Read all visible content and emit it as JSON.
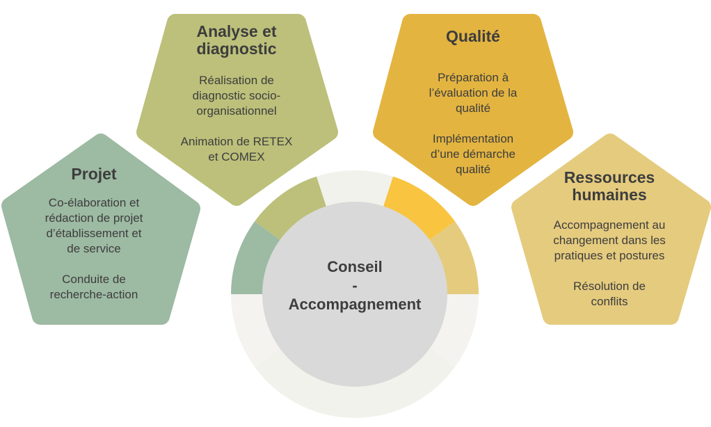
{
  "center": {
    "lines": [
      "Conseil",
      "-",
      "Accompagnement"
    ]
  },
  "colors": {
    "projet": "#9dbaa3",
    "analyse": "#bcc07a",
    "qualite": "#e3b440",
    "rh": "#e5cb7e",
    "ring_yellow": "#f9c440",
    "ring_light": "#f2f2ec",
    "ring_light2": "#f4f3ef",
    "center": "#d9d9d9",
    "text": "#3d3d3d"
  },
  "cards": {
    "projet": {
      "title": [
        "Projet"
      ],
      "paragraphs": [
        [
          "Co-élaboration et",
          "rédaction de projet",
          "d’établissement et",
          "de service"
        ],
        [
          "Conduite de",
          "recherche-action"
        ]
      ]
    },
    "analyse": {
      "title": [
        "Analyse et",
        "diagnostic"
      ],
      "paragraphs": [
        [
          "Réalisation de",
          "diagnostic socio-",
          "organisationnel"
        ],
        [
          "Animation de RETEX",
          "et COMEX"
        ]
      ]
    },
    "qualite": {
      "title": [
        "Qualité"
      ],
      "paragraphs": [
        [
          "Préparation à",
          "l’évaluation de la",
          "qualité"
        ],
        [
          "Implémentation",
          "d’une démarche",
          "qualité"
        ]
      ]
    },
    "rh": {
      "title": [
        "Ressources",
        "humaines"
      ],
      "paragraphs": [
        [
          "Accompagnement au",
          "changement dans les",
          "pratiques et postures"
        ],
        [
          "Résolution de",
          "conflits"
        ]
      ]
    }
  }
}
